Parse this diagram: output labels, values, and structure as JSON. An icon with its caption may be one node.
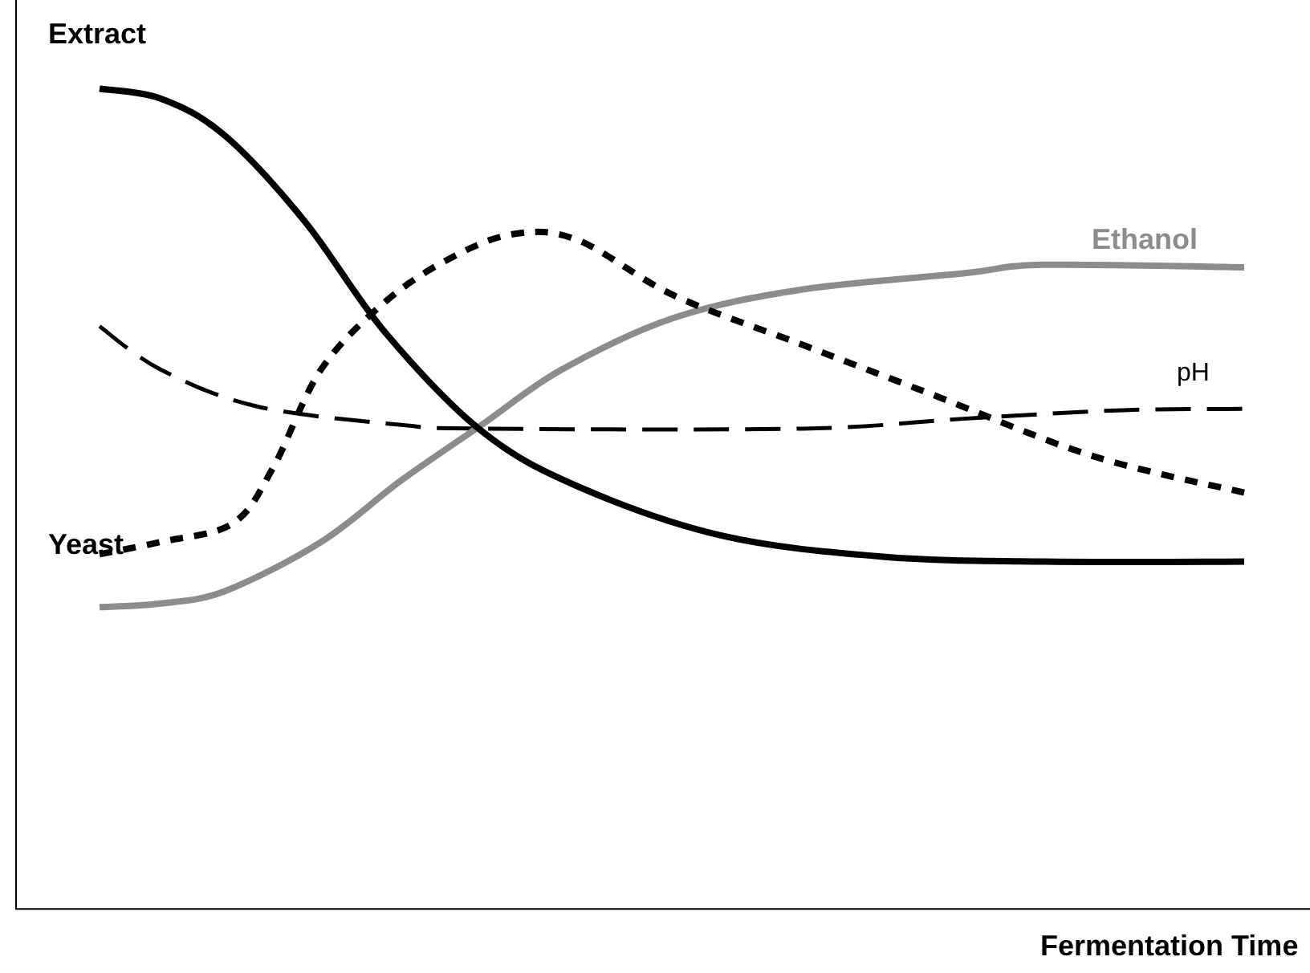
{
  "diagram": {
    "labels": [
      "Extract",
      "Ethanol",
      "pH",
      "Yeast",
      "Fermentation Time"
    ]
  }
}
